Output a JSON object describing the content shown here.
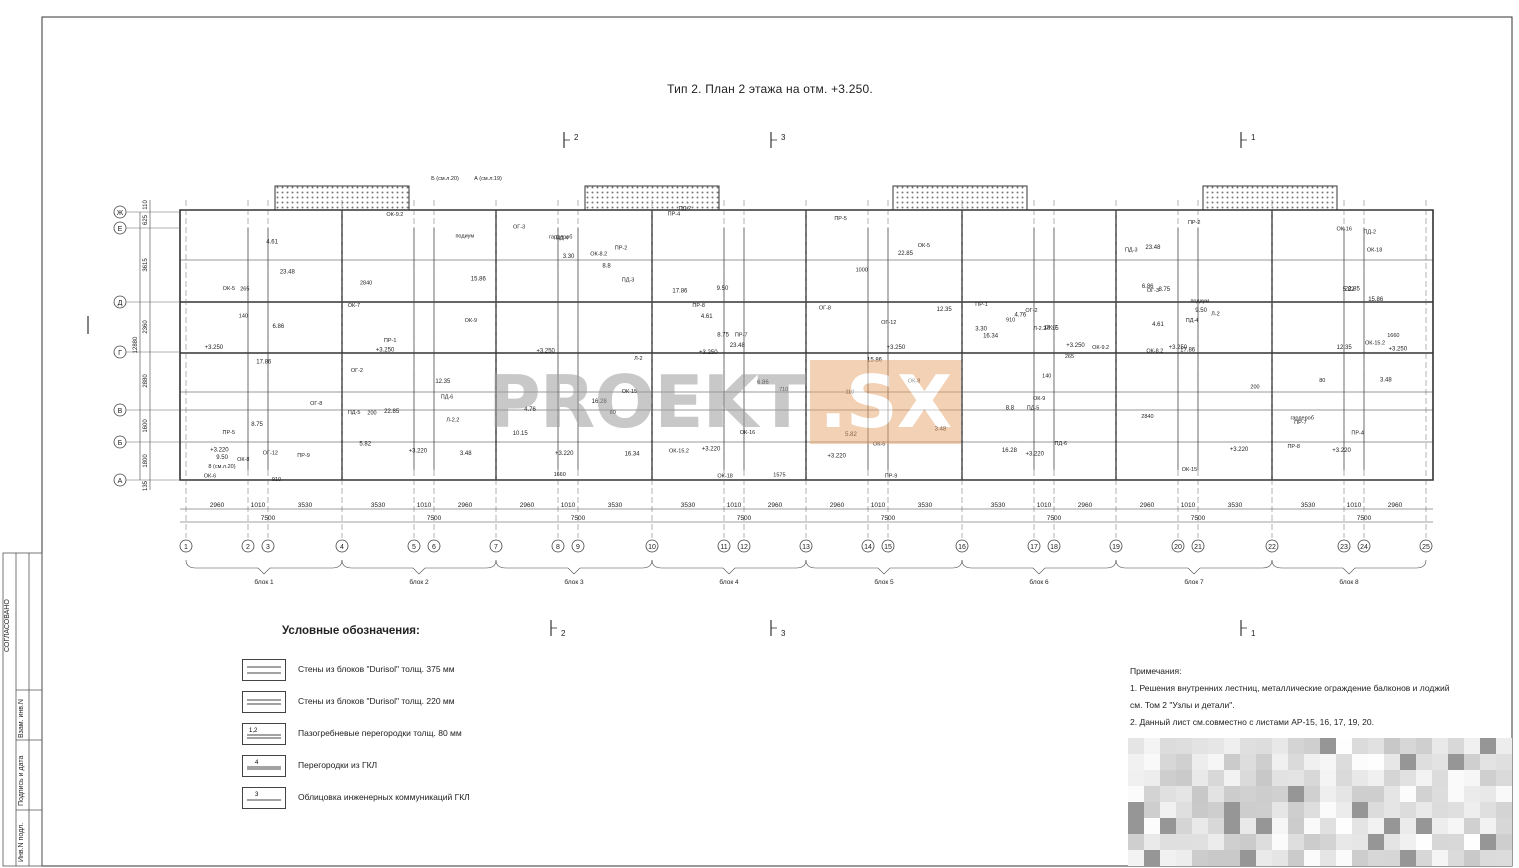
{
  "sheet": {
    "title": "Тип 2. План 2 этажа на отм. +3.250.",
    "side_label": "СОГЛАСОВАНО",
    "side_cells": [
      "Взам. инв.N",
      "Подпись и дата",
      "Инв.N подл."
    ]
  },
  "axes": {
    "numbers": [
      "1",
      "2",
      "3",
      "4",
      "5",
      "6",
      "7",
      "8",
      "9",
      "10",
      "11",
      "12",
      "13",
      "14",
      "15",
      "16",
      "17",
      "18",
      "19",
      "20",
      "21",
      "22",
      "23",
      "24",
      "25"
    ],
    "letters": [
      "Ж",
      "Е",
      "Д",
      "Г",
      "В",
      "Б",
      "А"
    ],
    "left_dims": [
      "110",
      "625",
      "3615",
      "2360",
      "2880",
      "1600",
      "1800",
      "135",
      "12880"
    ]
  },
  "blocks": [
    "блок 1",
    "блок 2",
    "блок 3",
    "блок 4",
    "блок 5",
    "блок 6",
    "блок 7",
    "блок 8"
  ],
  "bottom_dims": {
    "row1": [
      "2960",
      "1010",
      "3530",
      "3530",
      "1010",
      "2960"
    ],
    "row2": "7500"
  },
  "section_marks": [
    "2",
    "3",
    "1"
  ],
  "room_labels": {
    "areas": [
      "17.86",
      "10.15",
      "22.85",
      "23.48",
      "16.34",
      "15.86",
      "9.50",
      "4.76",
      "5.82",
      "6.86",
      "3.30",
      "12.35",
      "8.75",
      "8.8",
      "3.48",
      "4.61",
      "16.28"
    ],
    "levels": [
      "+3.250",
      "+3.220"
    ],
    "codes": [
      "ОК-7",
      "ОК-6",
      "ПР-7",
      "ПД-3",
      "ПД-6",
      "ПР-5",
      "ПР-4",
      "ПР-2",
      "ПР-1",
      "ОК-5",
      "ПД-2",
      "ПД-4",
      "ПД-5",
      "ОК-8",
      "ПР-8",
      "ОГ-3",
      "ОГ-2",
      "ОГ-12",
      "ОК-15.2",
      "ОК-15",
      "ОК-9",
      "ПР-9",
      "ОК-16",
      "Л-2",
      "Л-2.2",
      "ОГ-8",
      "ОК-18",
      "ОК-8.2",
      "ОК-9.2"
    ],
    "misc": [
      "гардероб",
      "подиум",
      "265",
      "110",
      "1575",
      "1660",
      "2840",
      "910",
      "1000",
      "710",
      "80",
      "200",
      "140"
    ],
    "refs": [
      "Б (см.л.20)",
      "А (см.л.19)",
      "8 (см.л.20)"
    ]
  },
  "legend": {
    "heading": "Условные обозначения:",
    "items": [
      {
        "text": "Стены из блоков \"Durisol\" толщ. 375 мм",
        "tag": ""
      },
      {
        "text": "Стены из блоков \"Durisol\" толщ. 220 мм",
        "tag": ""
      },
      {
        "text": "Пазогребневые перегородки толщ. 80 мм",
        "tag": "1,2"
      },
      {
        "text": "Перегородки из ГКЛ",
        "tag": "4"
      },
      {
        "text": "Облицовка инженерных коммуникаций ГКЛ",
        "tag": "3"
      }
    ]
  },
  "notes": {
    "heading": "Примечания:",
    "lines": [
      "1. Решения внутренних лестниц, металлические ограждение балконов и лоджий",
      "см. Том 2 \"Узлы и детали\".",
      "2. Данный лист см.совместно с листами АР-15, 16, 17, 19, 20."
    ]
  },
  "watermark": {
    "text": "PROEKT",
    "suffix": ".SX"
  },
  "colors": {
    "line": "#333333",
    "hatch": "#777777",
    "stamp_light": "#e4e4e4",
    "stamp_dark": "#9a9a9a",
    "watermark": "#e8a36a"
  }
}
